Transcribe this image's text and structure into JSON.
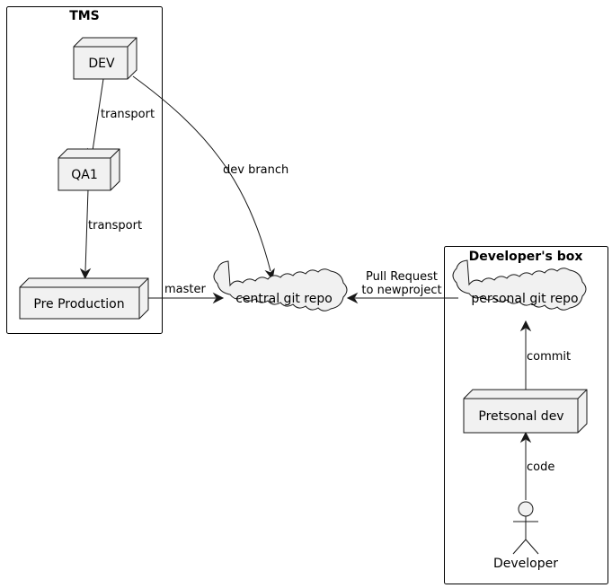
{
  "packages": {
    "tms": "TMS",
    "devbox": "Developer's box"
  },
  "nodes": {
    "dev": "DEV",
    "qa1": "QA1",
    "preprod": "Pre Production",
    "central_repo": "central git repo",
    "personal_repo": "personal git repo",
    "personal_dev": "Pretsonal dev",
    "developer": "Developer"
  },
  "edges": {
    "dev_qa1": "transport",
    "qa1_preprod": "transport",
    "dev_central": "dev branch",
    "preprod_central": "master",
    "personal_central_1": "Pull Request",
    "personal_central_2": "to newproject",
    "personaldev_personalrepo": "commit",
    "developer_personaldev": "code"
  }
}
